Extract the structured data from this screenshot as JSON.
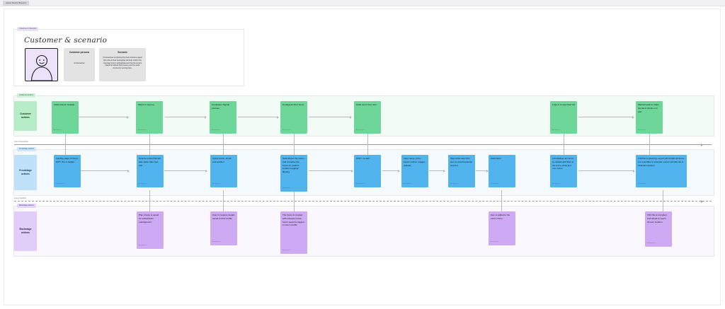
{
  "app": {
    "tab_title": "Assets Service Blueprint"
  },
  "scenario_section": {
    "tag": "Customer & Scenario",
    "title": "Customer & scenario",
    "persona_card": {
      "title": "Customer persona",
      "body": "A homeowner"
    },
    "scenario_card": {
      "title": "Scenario",
      "body": "A homeowner is informed by their insurance agent that a list of their belongings will help confirm the coverage level is appropriate and that the service blueprint outlines their journey and the steps involved in serving them."
    },
    "persona_icon": "person-avatar-icon"
  },
  "lines": {
    "interaction": "Line of interaction",
    "visibility": "Line of visibility"
  },
  "lanes": [
    {
      "id": "customer",
      "tag": "Customer actions",
      "chip_label": "Customer actions",
      "color": "#6fd69a",
      "notes": [
        {
          "text": "Visits Assets' website",
          "meta": "Anonymous"
        },
        {
          "text": "Wants to sign up",
          "meta": "Anonymous"
        },
        {
          "text": "Completes Signup process",
          "meta": "Anonymous"
        },
        {
          "text": "Configures their home",
          "meta": "Anonymous"
        },
        {
          "text": "Adds items they own",
          "meta": "Anonymous"
        },
        {
          "text": "Logs in to view their list",
          "meta": "Anonymous"
        },
        {
          "text": "Wants/needs to share the list in whole or in part",
          "meta": "Anonymous"
        }
      ]
    },
    {
      "id": "frontstage",
      "tag": "Frontstage actions",
      "chip_label": "Frontstage actions",
      "color": "#52b4ee",
      "notes": [
        {
          "text": "Landing page conveys WHY this is helpful",
          "meta": "Anonymous"
        },
        {
          "text": "Selects a plan that will take place after free trial",
          "meta": "Anonymous"
        },
        {
          "text": "Inputs name, email, and location",
          "meta": "Anonymous"
        },
        {
          "text": "Select/input the rooms that comprise the home for product location tagging/ filtering",
          "meta": "Anonymous"
        },
        {
          "text": "Click + to Add",
          "meta": "Anonymous"
        },
        {
          "text": "Input name, price, serial number, images, quantity",
          "meta": "Anonymous"
        },
        {
          "text": "Tags what room this item is most frequently found in",
          "meta": "Anonymous"
        },
        {
          "text": "Click Save",
          "meta": "Anonymous"
        },
        {
          "text": "List displays all rooms by default with filter at the top to show just one rooms",
          "meta": "Anonymous"
        },
        {
          "text": "If full list is showing, export will contain all items, if a room/filter is selected, export will offer All or Selection options",
          "meta": "Anonymous"
        }
      ]
    },
    {
      "id": "backstage",
      "tag": "Backstage actions",
      "chip_label": "Backstage actions",
      "color": "#ceaaf5",
      "notes": [
        {
          "text": "Plan choice is saved for subscription management",
          "meta": "Anonymous"
        },
        {
          "text": "User is created, details saved to their profile",
          "meta": "Anonymous"
        },
        {
          "text": "The home is created with relevant rooms, home saved to logged in user's profile",
          "meta": "Anonymous"
        },
        {
          "text": "Item is added to the user's home.",
          "meta": "Anonymous"
        },
        {
          "text": "CSV file is compiled and saved to user's chosen location.",
          "meta": "Anonymous"
        }
      ]
    }
  ],
  "colors": {
    "customer": "#6fd69a",
    "frontstage": "#52b4ee",
    "backstage": "#ceaaf5",
    "canvas": "#ffffff"
  }
}
